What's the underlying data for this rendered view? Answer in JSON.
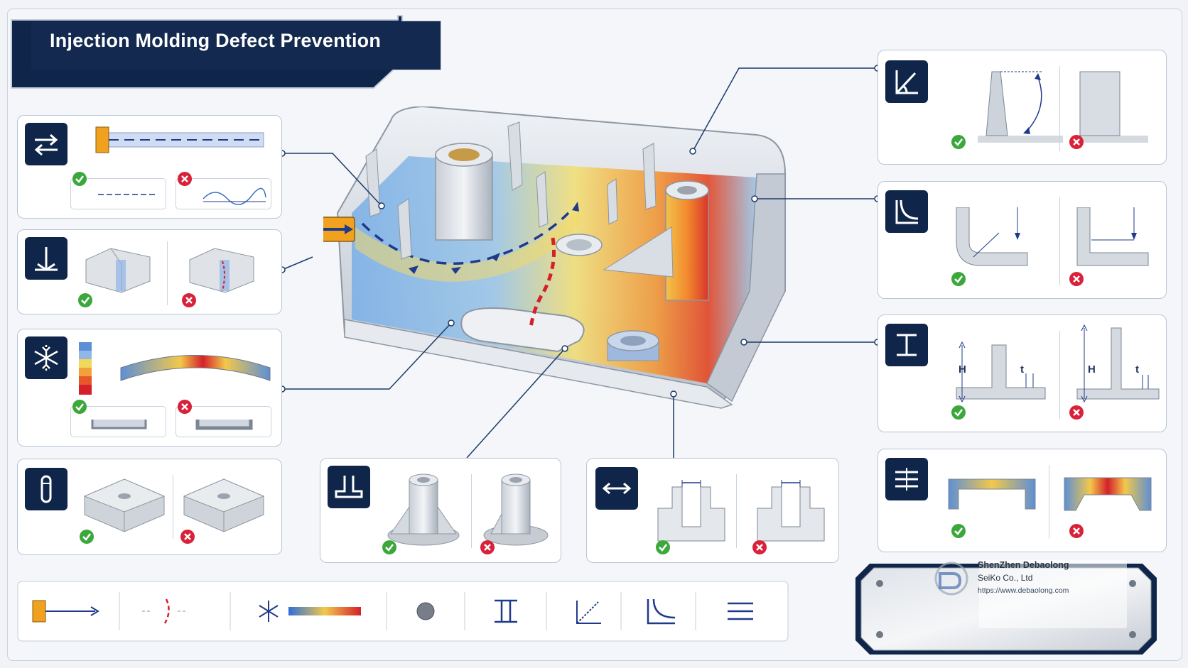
{
  "title": "Injection Molding Defect Prevention",
  "labels": {
    "height": "H",
    "thickness": "t"
  },
  "company": {
    "name": "ShenZhen Debaolong",
    "line2": "SeiKo Co., Ltd",
    "url": "https://www.debaolong.com"
  },
  "icons": {
    "flow": "flow-direction-icon",
    "gate": "gate-icon",
    "cooling": "snowflake-icon",
    "ejector": "ejector-pin-icon",
    "boss": "boss-icon",
    "spacing": "spacing-icon",
    "draft": "draft-angle-icon",
    "radius": "corner-radius-icon",
    "rib": "rib-icon",
    "wall": "wall-thickness-icon"
  },
  "colors": {
    "navy": "#0f2549",
    "good": "#3ca83c",
    "bad": "#d9223a",
    "hot": "#e6302a",
    "cool": "#5d8fd6"
  }
}
